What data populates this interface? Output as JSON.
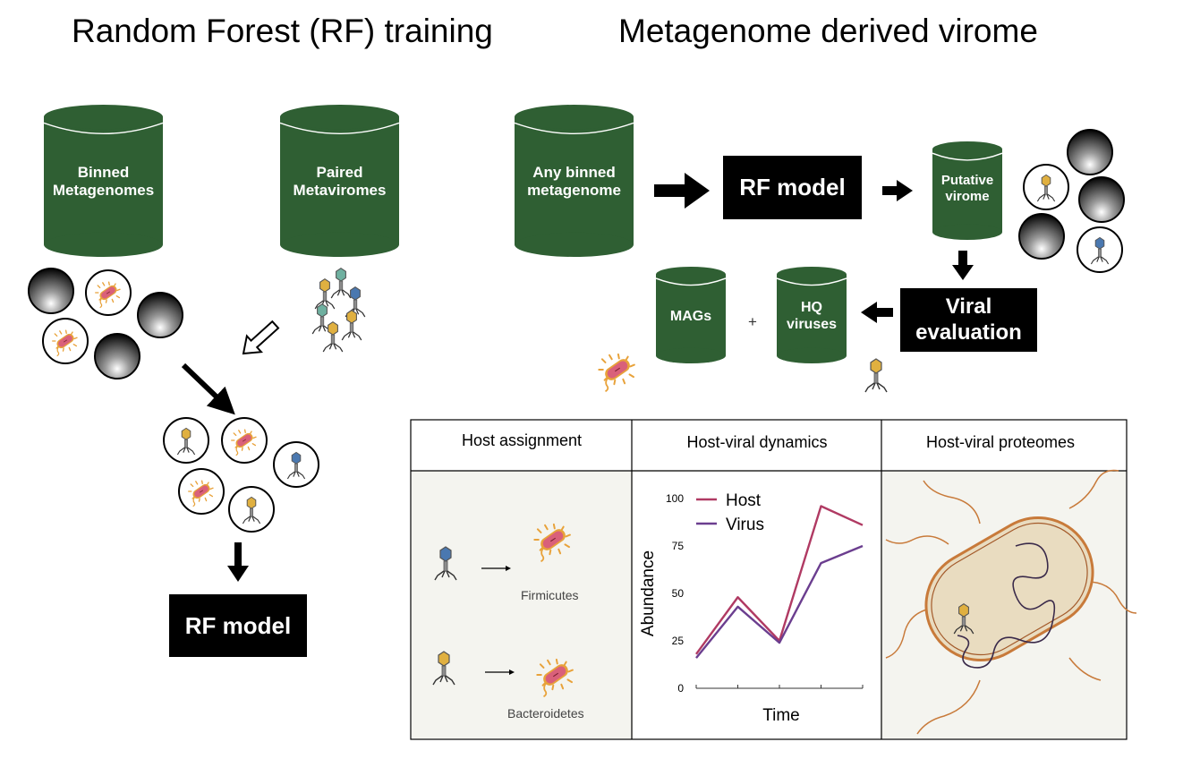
{
  "titles": {
    "left": "Random Forest (RF) training",
    "right": "Metagenome derived virome"
  },
  "databases": {
    "binned": "Binned Metagenomes",
    "paired": "Paired Metaviromes",
    "any_binned": "Any binned metagenome",
    "putative": "Putative virome",
    "mags": "MAGs",
    "hq": "HQ viruses"
  },
  "plus_sign": "+",
  "boxes": {
    "rf_model_left": "RF model",
    "rf_model_right": "RF model",
    "viral_eval_line1": "Viral",
    "viral_eval_line2": "evaluation"
  },
  "panels": {
    "host_assignment": {
      "title": "Host assignment",
      "host1": "Firmicutes",
      "host2": "Bacteroidetes"
    },
    "dynamics": {
      "title": "Host-viral dynamics"
    },
    "proteomes": {
      "title": "Host-viral proteomes"
    }
  },
  "colors": {
    "db_green": "#2f5f33",
    "host_line": "#b03a63",
    "virus_line": "#6b3e8f",
    "bacteria_pink": "#d9607a",
    "bacteria_orange": "#e8a23a",
    "panel_bg": "#f4f4ef",
    "cell_fill": "#e9dcc0",
    "cell_wall": "#c87a3a"
  },
  "icons": [
    "database-icon",
    "bin-sphere-icon",
    "bacterium-icon",
    "phage-icon",
    "arrow-icon",
    "cell-icon"
  ],
  "chart_data": {
    "type": "line",
    "x": [
      1,
      2,
      3,
      4,
      5
    ],
    "series": [
      {
        "name": "Host",
        "values": [
          18,
          48,
          25,
          96,
          86
        ]
      },
      {
        "name": "Virus",
        "values": [
          16,
          43,
          24,
          66,
          75
        ]
      }
    ],
    "title": "",
    "xlabel": "Time",
    "ylabel": "Abundance",
    "yticks": [
      "0",
      "25",
      "50",
      "75",
      "100"
    ],
    "ylim": [
      0,
      100
    ],
    "legend": "top-left",
    "grid": false
  }
}
